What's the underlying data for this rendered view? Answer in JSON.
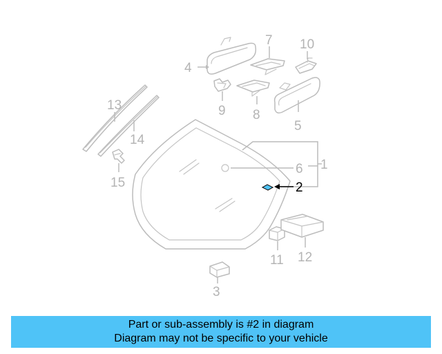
{
  "diagram": {
    "callouts": [
      {
        "id": "1",
        "label": "1"
      },
      {
        "id": "2",
        "label": "2",
        "highlighted": true
      },
      {
        "id": "3",
        "label": "3"
      },
      {
        "id": "4",
        "label": "4"
      },
      {
        "id": "5",
        "label": "5"
      },
      {
        "id": "6",
        "label": "6"
      },
      {
        "id": "7",
        "label": "7"
      },
      {
        "id": "8",
        "label": "8"
      },
      {
        "id": "9",
        "label": "9"
      },
      {
        "id": "10",
        "label": "10"
      },
      {
        "id": "11",
        "label": "11"
      },
      {
        "id": "12",
        "label": "12"
      },
      {
        "id": "13",
        "label": "13"
      },
      {
        "id": "14",
        "label": "14"
      },
      {
        "id": "15",
        "label": "15"
      }
    ],
    "highlight_color": "#4fc3f7"
  },
  "banner": {
    "line1": "Part or sub-assembly is #2 in diagram",
    "line2": "Diagram may not be specific to your vehicle",
    "background": "#4fc3f7"
  }
}
